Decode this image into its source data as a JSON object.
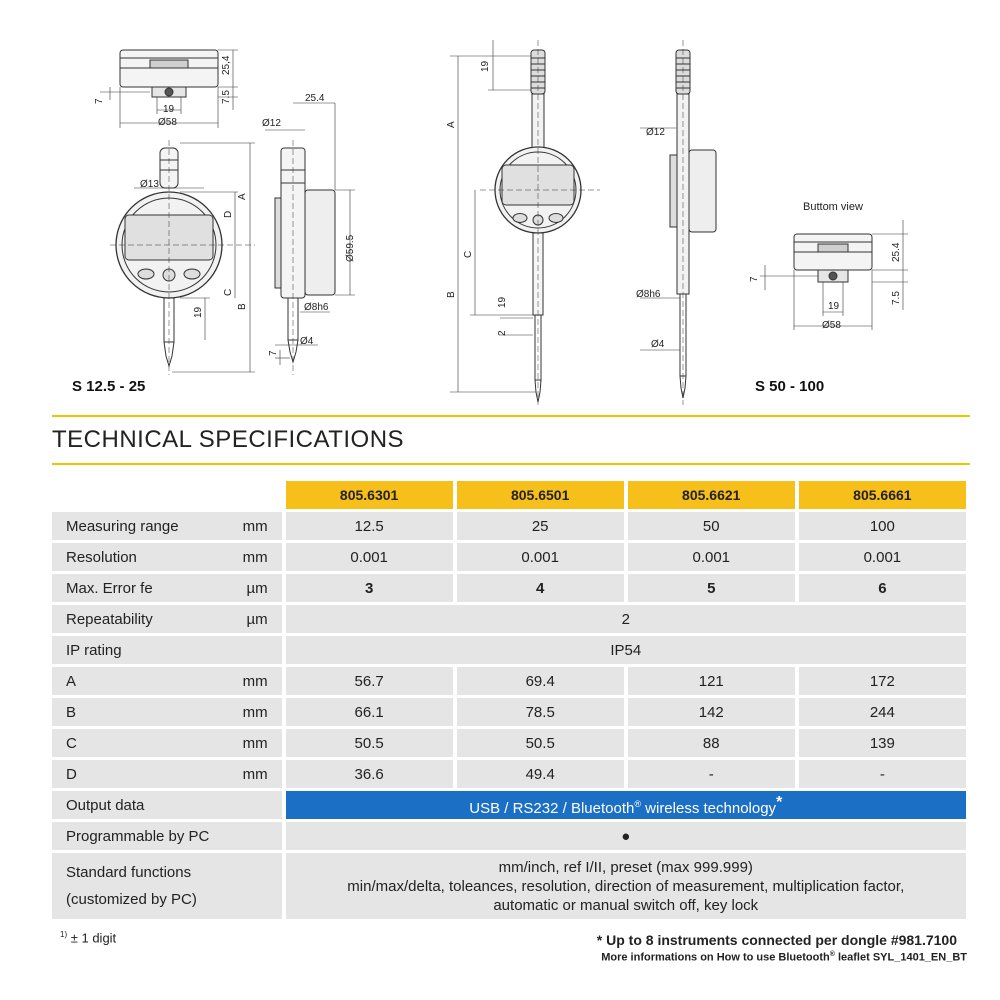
{
  "drawings": {
    "caption_small": "S 12.5 - 25",
    "caption_large": "S 50 - 100",
    "bottom_view": "Buttom view",
    "dims": {
      "d25_4": "25,4",
      "d7_5": "7.5",
      "d7": "7",
      "d19": "19",
      "d58": "Ø58",
      "d25_4b": "25.4",
      "d12": "Ø12",
      "d13": "Ø13",
      "d59_5": "Ø59.5",
      "d8h6": "Ø8h6",
      "d4": "Ø4",
      "A": "A",
      "B": "B",
      "C": "C",
      "D": "D",
      "d2": "2"
    }
  },
  "section_title": "TECHNICAL SPECIFICATIONS",
  "models": [
    "805.6301",
    "805.6501",
    "805.6621",
    "805.6661"
  ],
  "rows": {
    "measuring_range": {
      "label": "Measuring range",
      "unit": "mm",
      "values": [
        "12.5",
        "25",
        "50",
        "100"
      ]
    },
    "resolution": {
      "label": "Resolution",
      "unit": "mm",
      "values": [
        "0.001",
        "0.001",
        "0.001",
        "0.001"
      ]
    },
    "max_error": {
      "label": "Max. Error fe",
      "unit": "µm",
      "values": [
        "3",
        "4",
        "5",
        "6"
      ]
    },
    "repeatability": {
      "label": "Repeatability",
      "unit": "µm",
      "value": "2"
    },
    "ip_rating": {
      "label": "IP rating",
      "unit": "",
      "value": "IP54"
    },
    "a": {
      "label": "A",
      "unit": "mm",
      "values": [
        "56.7",
        "69.4",
        "121",
        "172"
      ]
    },
    "b": {
      "label": "B",
      "unit": "mm",
      "values": [
        "66.1",
        "78.5",
        "142",
        "244"
      ]
    },
    "c": {
      "label": "C",
      "unit": "mm",
      "values": [
        "50.5",
        "50.5",
        "88",
        "139"
      ]
    },
    "d": {
      "label": "D",
      "unit": "mm",
      "values": [
        "36.6",
        "49.4",
        "-",
        "-"
      ]
    },
    "output_data": {
      "label": "Output data",
      "value": "USB / RS232 / Bluetooth",
      "reg": "®",
      "value_tail": " wireless technology",
      "star": "*",
      "color": "#1b6fc4"
    },
    "programmable": {
      "label": "Programmable by PC",
      "value": "●"
    },
    "standard_functions": {
      "label_1": "Standard functions",
      "label_2": "(customized by PC)",
      "line_1": "mm/inch, ref I/II, preset (max 999.999)",
      "line_2": "min/max/delta, toleances, resolution, direction of measurement, multiplication factor,",
      "line_3": "automatic or manual switch off, key lock"
    }
  },
  "footnote": {
    "marker": "1)",
    "text": " ± 1 digit"
  },
  "note_1": "* Up to 8 instruments connected per dongle #981.7100",
  "note_2": {
    "pre": "More informations on How to use Bluetooth",
    "reg": "®",
    "post": " leaflet SYL_1401_EN_BT"
  },
  "colors": {
    "accent": "#f7bf1a",
    "rule": "#f2c200",
    "row_bg": "#e5e5e5",
    "blue": "#1b6fc4"
  }
}
